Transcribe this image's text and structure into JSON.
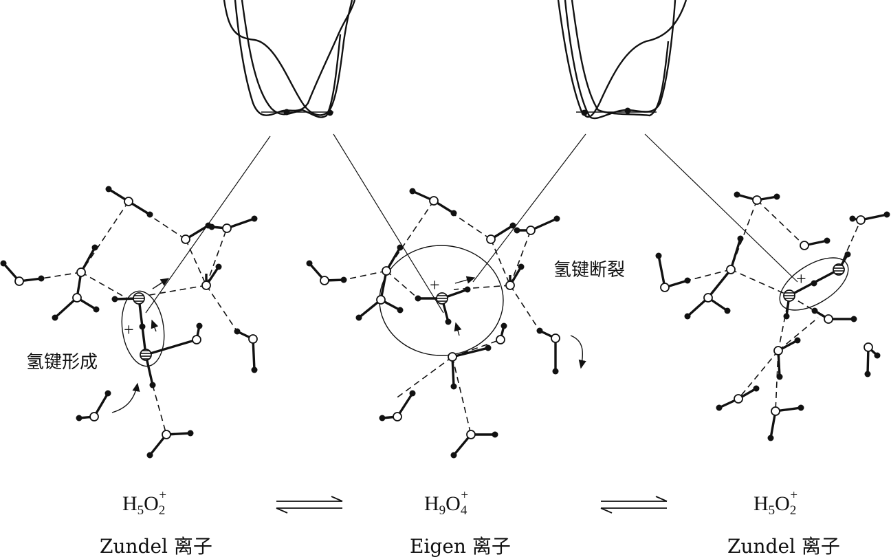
{
  "labels": {
    "hbond_form": "氢键形成",
    "hbond_break": "氢键断裂",
    "plus": "+"
  },
  "species": [
    {
      "formula_parts": [
        "H",
        "5",
        "O",
        "2",
        "+"
      ],
      "name": "Zundel 离子"
    },
    {
      "formula_parts": [
        "H",
        "9",
        "O",
        "4",
        "+"
      ],
      "name": "Eigen 离子"
    },
    {
      "formula_parts": [
        "H",
        "5",
        "O",
        "2",
        "+"
      ],
      "name": "Zundel 离子"
    }
  ]
}
